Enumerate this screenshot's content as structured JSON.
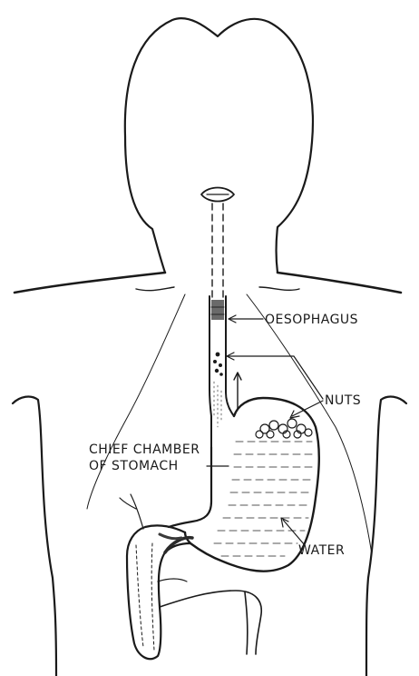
{
  "labels": {
    "oesophagus": "OESOPHAGUS",
    "nuts": "NUTS",
    "chief_line1": "CHIEF CHAMBER",
    "chief_line2": "OF STOMACH",
    "water": "WATER"
  },
  "colors": {
    "ink": "#1a1a1a",
    "paper": "#ffffff",
    "water_dash": "#555555"
  }
}
